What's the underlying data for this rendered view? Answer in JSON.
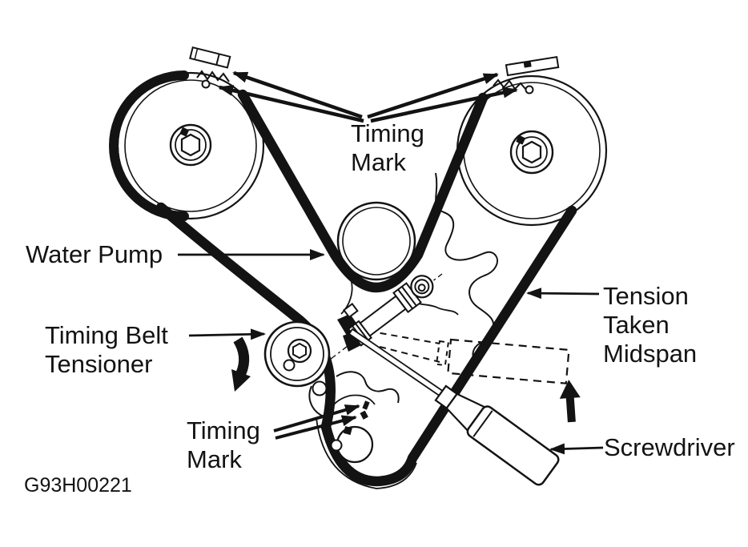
{
  "figure": {
    "code": "G93H00221",
    "ink_color": "#131313",
    "background_color": "#ffffff"
  },
  "labels": {
    "timing_mark_top": {
      "lines": [
        "Timing",
        "Mark"
      ]
    },
    "water_pump": {
      "text": "Water Pump"
    },
    "timing_belt_tensioner": {
      "lines": [
        "Timing Belt",
        "Tensioner"
      ]
    },
    "timing_mark_bottom": {
      "lines": [
        "Timing",
        "Mark"
      ]
    },
    "tension_taken_midspan": {
      "lines": [
        "Tension",
        "Taken",
        "Midspan"
      ]
    },
    "screwdriver": {
      "text": "Screwdriver"
    }
  }
}
